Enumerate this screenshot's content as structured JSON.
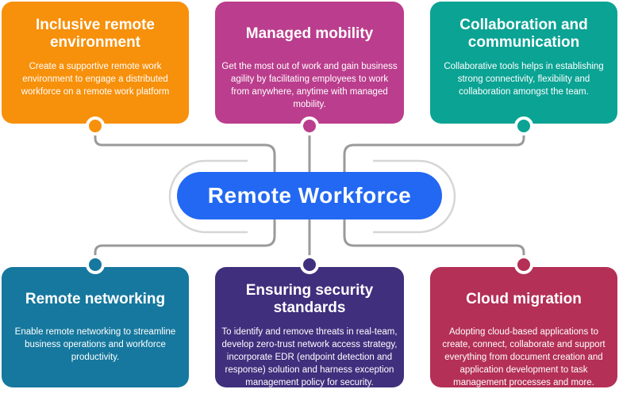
{
  "center": {
    "label": "Remote Workforce",
    "bg_color": "#2268F2",
    "text_color": "#FFFFFF"
  },
  "cards": [
    {
      "title": "Inclusive remote environment",
      "body": "Create a supportive remote work\nenvironment to engage a distributed\nworkforce on a remote work platform",
      "color": "#F7900A",
      "position": "top-left"
    },
    {
      "title": "Managed mobility",
      "body": "Get the most out of work and gain business\nagility by facilitating employees to work\nfrom anywhere, anytime with managed\nmobility.",
      "color": "#BB3D8D",
      "position": "top-center"
    },
    {
      "title": "Collaboration and communication",
      "body": "Collaborative tools helps in establishing\nstrong connectivity, flexibility and\ncollaboration amongst the team.",
      "color": "#0AA394",
      "position": "top-right"
    },
    {
      "title": "Remote networking",
      "body": "Enable remote networking to streamline\nbusiness operations and workforce\nproductivity.",
      "color": "#16789E",
      "position": "bottom-left"
    },
    {
      "title": "Ensuring security standards",
      "body": "To identify and remove threats in real-team,\ndevelop zero-trust network access strategy,\nincorporate EDR (endpoint detection and\nresponse) solution and harness exception\nmanagement policy for security.",
      "color": "#402F7D",
      "position": "bottom-center"
    },
    {
      "title": "Cloud migration",
      "body": "Adopting cloud-based applications to\ncreate, connect, collaborate and support\neverything from document creation and\napplication development to task\nmanagement processes and more.",
      "color": "#B43056",
      "position": "bottom-right"
    }
  ],
  "connectors": {
    "line_color": "#9A9A9A",
    "bracket_color": "#D6D6D6"
  }
}
